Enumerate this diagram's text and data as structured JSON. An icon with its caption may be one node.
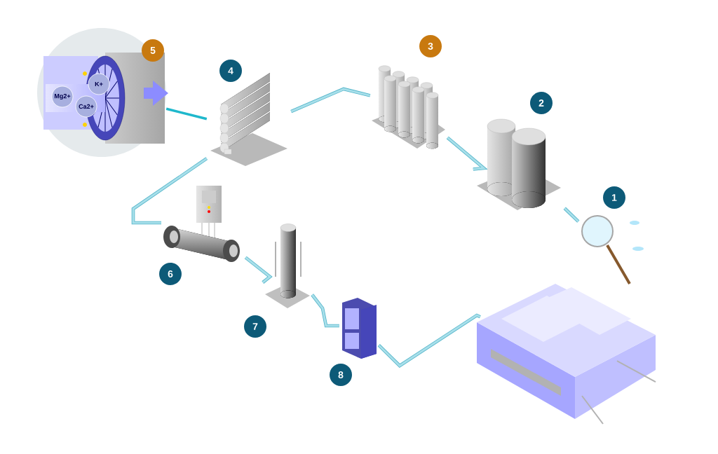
{
  "diagram": {
    "nodes": [
      {
        "text": [],
        "shape": "picture",
        "beside": [
          "1"
        ]
      },
      {
        "text": [],
        "shape": "picture",
        "beside": [
          "2"
        ]
      },
      {
        "text": [],
        "shape": "picture",
        "beside": [
          "3"
        ]
      },
      {
        "text": [],
        "shape": "picture",
        "beside": [
          "4"
        ]
      },
      {
        "text": [],
        "shape": "picture",
        "beside": [
          "5"
        ]
      },
      {
        "text": [
          "K+"
        ],
        "in": 4
      },
      {
        "text": [
          "Mg2+"
        ],
        "in": 4
      },
      {
        "text": [
          "Ca2+"
        ],
        "in": 4
      },
      {
        "text": [],
        "shape": "picture",
        "beside": [
          "6"
        ]
      },
      {
        "text": [],
        "shape": "picture",
        "beside": [
          "7"
        ]
      },
      {
        "text": [],
        "shape": "picture",
        "beside": [
          "8"
        ]
      },
      {
        "text": [],
        "shape": "picture"
      }
    ],
    "edges": [
      {
        "from": 0,
        "to": 1,
        "arrow": "none"
      },
      {
        "from": 1,
        "to": 2,
        "arrow": "none"
      },
      {
        "from": 2,
        "to": 3,
        "arrow": "none"
      },
      {
        "from": 3,
        "to": 8,
        "arrow": "none"
      },
      {
        "from": 8,
        "to": 9,
        "arrow": "none"
      },
      {
        "from": 9,
        "to": 10,
        "arrow": "none"
      },
      {
        "from": 10,
        "to": 11,
        "arrow": "none"
      },
      {
        "from": 4,
        "to": 3,
        "arrow": "none",
        "color": "#1fb8cc"
      }
    ]
  }
}
